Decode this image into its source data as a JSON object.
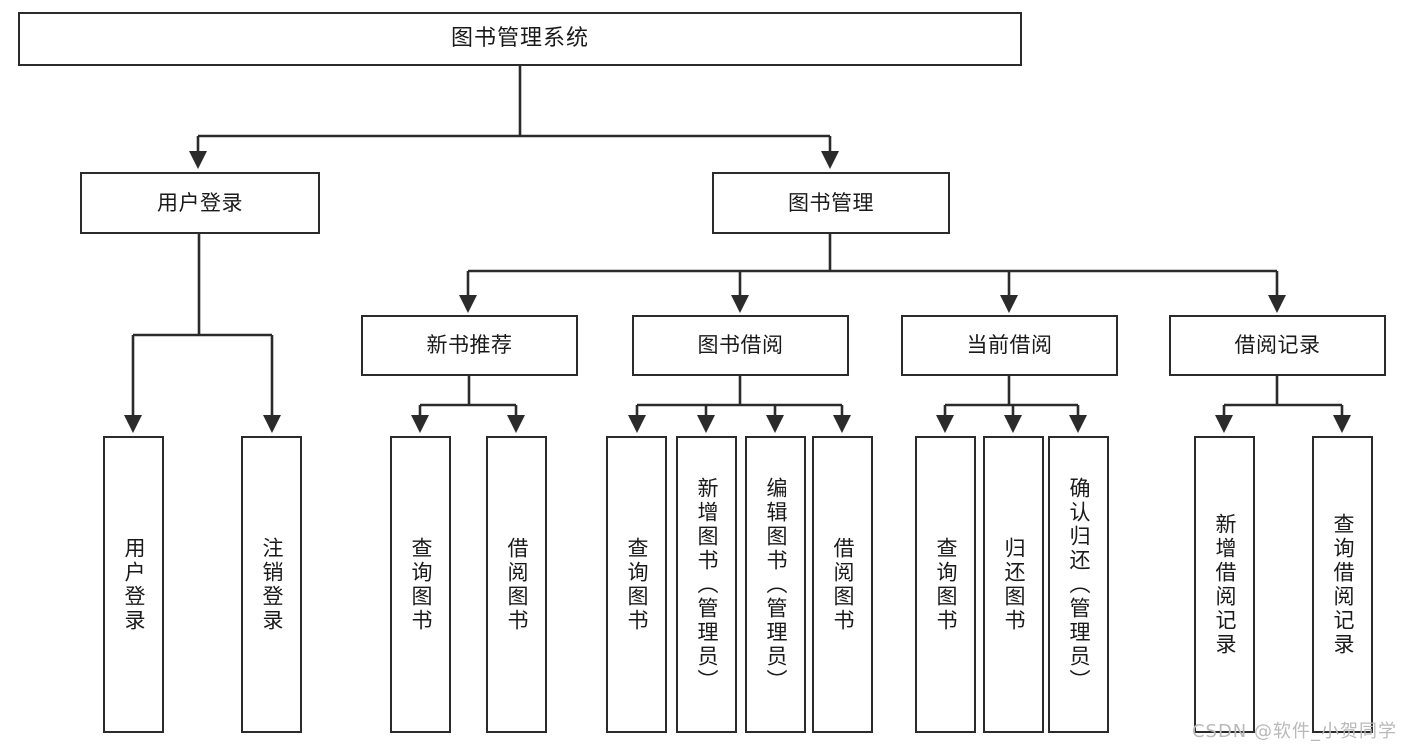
{
  "diagram": {
    "title": "图书管理系统",
    "type": "tree",
    "orientation": "top-down",
    "watermark": "CSDN @软件_小贺同学",
    "colors": {
      "box_border": "#2b2b2b",
      "box_fill": "#ffffff",
      "line": "#2b2b2b",
      "text": "#1a1a1a",
      "watermark": "#b9b9b9",
      "background": "#ffffff"
    },
    "nodes": {
      "root": {
        "label": "图书管理系统"
      },
      "level1": [
        {
          "label": "用户登录"
        },
        {
          "label": "图书管理"
        }
      ],
      "level2": [
        {
          "label": "新书推荐"
        },
        {
          "label": "图书借阅"
        },
        {
          "label": "当前借阅"
        },
        {
          "label": "借阅记录"
        }
      ],
      "leaves": {
        "user_login": [
          {
            "label": "用户登录"
          },
          {
            "label": "注销登录"
          }
        ],
        "new_book_recommend": [
          {
            "label": "查询图书"
          },
          {
            "label": "借阅图书"
          }
        ],
        "book_borrow": [
          {
            "label": "查询图书"
          },
          {
            "label": "新增图书（管理员）"
          },
          {
            "label": "编辑图书（管理员）"
          },
          {
            "label": "借阅图书"
          }
        ],
        "current_borrow": [
          {
            "label": "查询图书"
          },
          {
            "label": "归还图书"
          },
          {
            "label": "确认归还（管理员）"
          }
        ],
        "borrow_record": [
          {
            "label": "新增借阅记录"
          },
          {
            "label": "查询借阅记录"
          }
        ]
      }
    }
  }
}
